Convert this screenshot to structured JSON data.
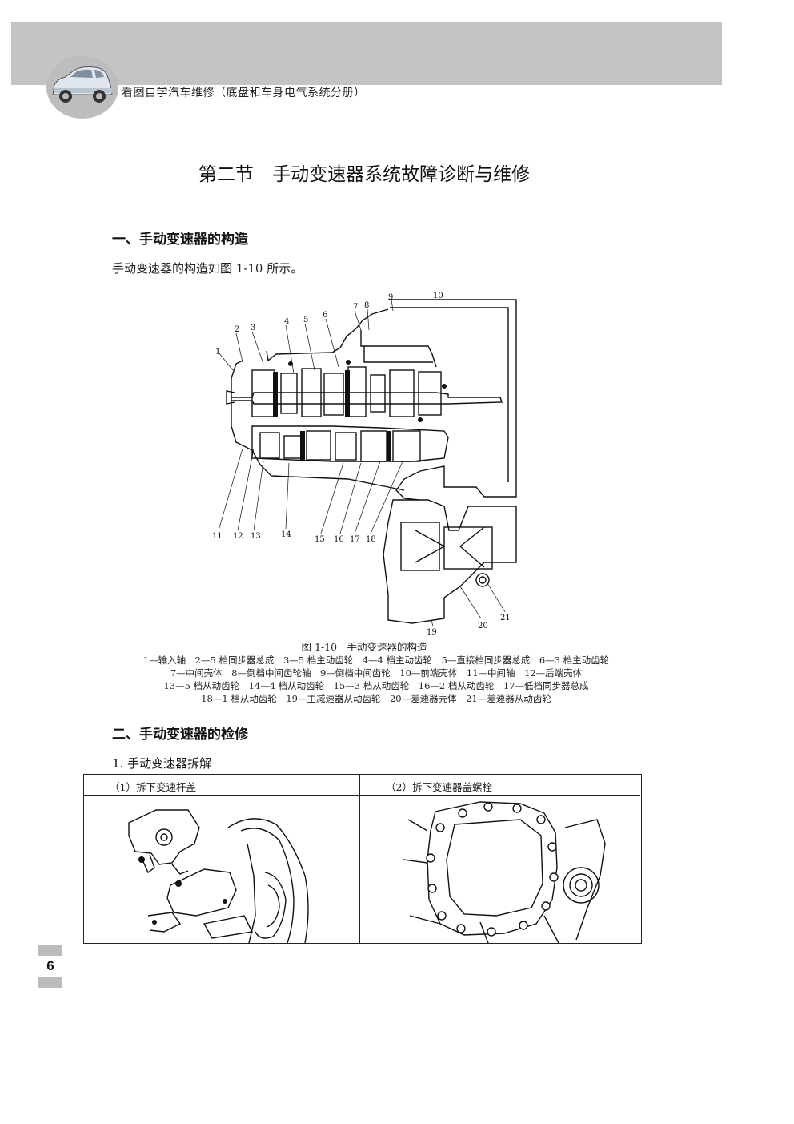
{
  "header": {
    "book_title": "看图自学汽车维修（底盘和车身电气系统分册）",
    "icon": "car-icon"
  },
  "section_title": "第二节 手动变速器系统故障诊断与维修",
  "part1": {
    "heading": "一、手动变速器的构造",
    "paragraph": "手动变速器的构造如图 1-10 所示。"
  },
  "figure": {
    "callouts": [
      "1",
      "2",
      "3",
      "4",
      "5",
      "6",
      "7",
      "8",
      "9",
      "10",
      "11",
      "12",
      "13",
      "14",
      "15",
      "16",
      "17",
      "18",
      "19",
      "20",
      "21"
    ],
    "caption": "图 1-10　手动变速器的构造",
    "legend": [
      "1—输入轴　2—5 档同步器总成　3—5 档主动齿轮　4—4 档主动齿轮　5—直接档同步器总成　6—3 档主动齿轮",
      "7—中间壳体　8—倒档中间齿轮轴　9—倒档中间齿轮　10—前端壳体　11—中间轴　12—后端壳体",
      "13—5 档从动齿轮　14—4 档从动齿轮　15—3 档从动齿轮　16—2 档从动齿轮　17—低档同步器总成",
      "18—1 档从动齿轮　19—主减速器从动齿轮　20—差速器壳体　21—差速器从动齿轮"
    ]
  },
  "part2": {
    "heading": "二、手动变速器的检修",
    "step1_title": "1. 手动变速器拆解",
    "table": {
      "left_label": "（1）拆下变速杆盖",
      "right_label": "（2）拆下变速器盖螺栓"
    }
  },
  "page_number": "6"
}
